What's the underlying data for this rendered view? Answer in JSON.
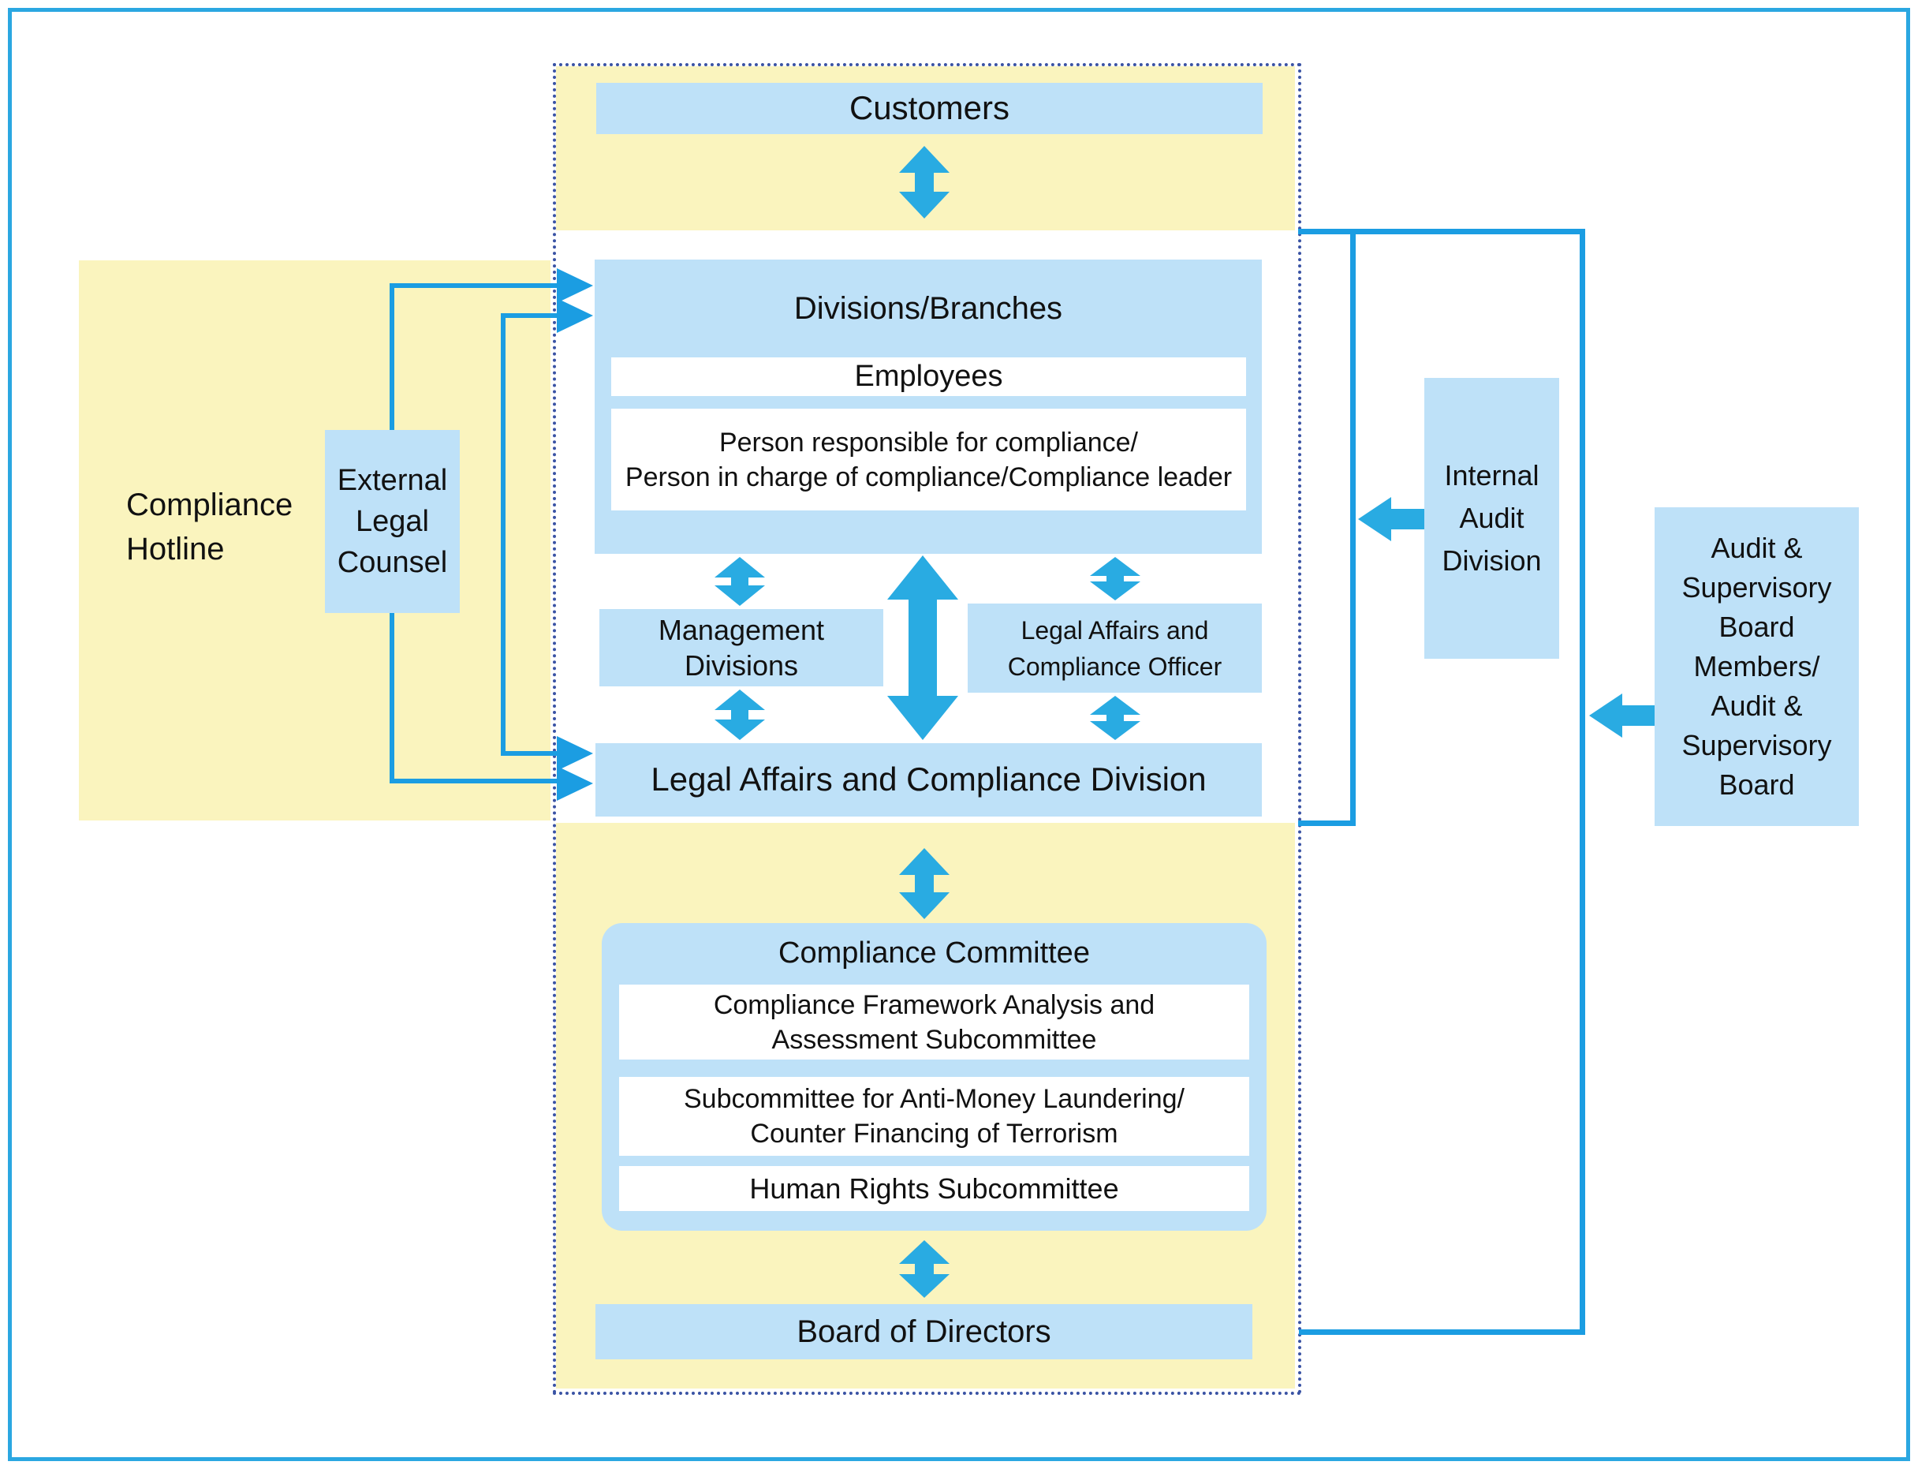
{
  "colors": {
    "yellow": "#FAF4BE",
    "box_blue": "#BEE1F8",
    "arrow_blue": "#29ABE2",
    "line_blue": "#1B9DE2",
    "dot_navy": "#3A53A4",
    "border_blue": "#2BA7E1",
    "text": "#111111"
  },
  "nodes": {
    "customers": "Customers",
    "divisions_title": "Divisions/Branches",
    "employees": "Employees",
    "person": "Person responsible for compliance/\nPerson in charge of compliance/Compliance leader",
    "management": "Management Divisions",
    "legal_officer": "Legal Affairs and\nCompliance Officer",
    "legal_division": "Legal Affairs and Compliance Division",
    "committee_title": "Compliance Committee",
    "subcommittee_framework": "Compliance Framework Analysis and\nAssessment Subcommittee",
    "subcommittee_aml": "Subcommittee for Anti-Money Laundering/\nCounter Financing of Terrorism",
    "subcommittee_human_rights": "Human Rights Subcommittee",
    "board": "Board of Directors",
    "hotline": "Compliance\nHotline",
    "external_counsel": "External\nLegal\nCounsel",
    "internal_audit": "Internal\nAudit\nDivision",
    "audit_supervisory": "Audit &\nSupervisory\nBoard\nMembers/\nAudit &\nSupervisory\nBoard"
  }
}
